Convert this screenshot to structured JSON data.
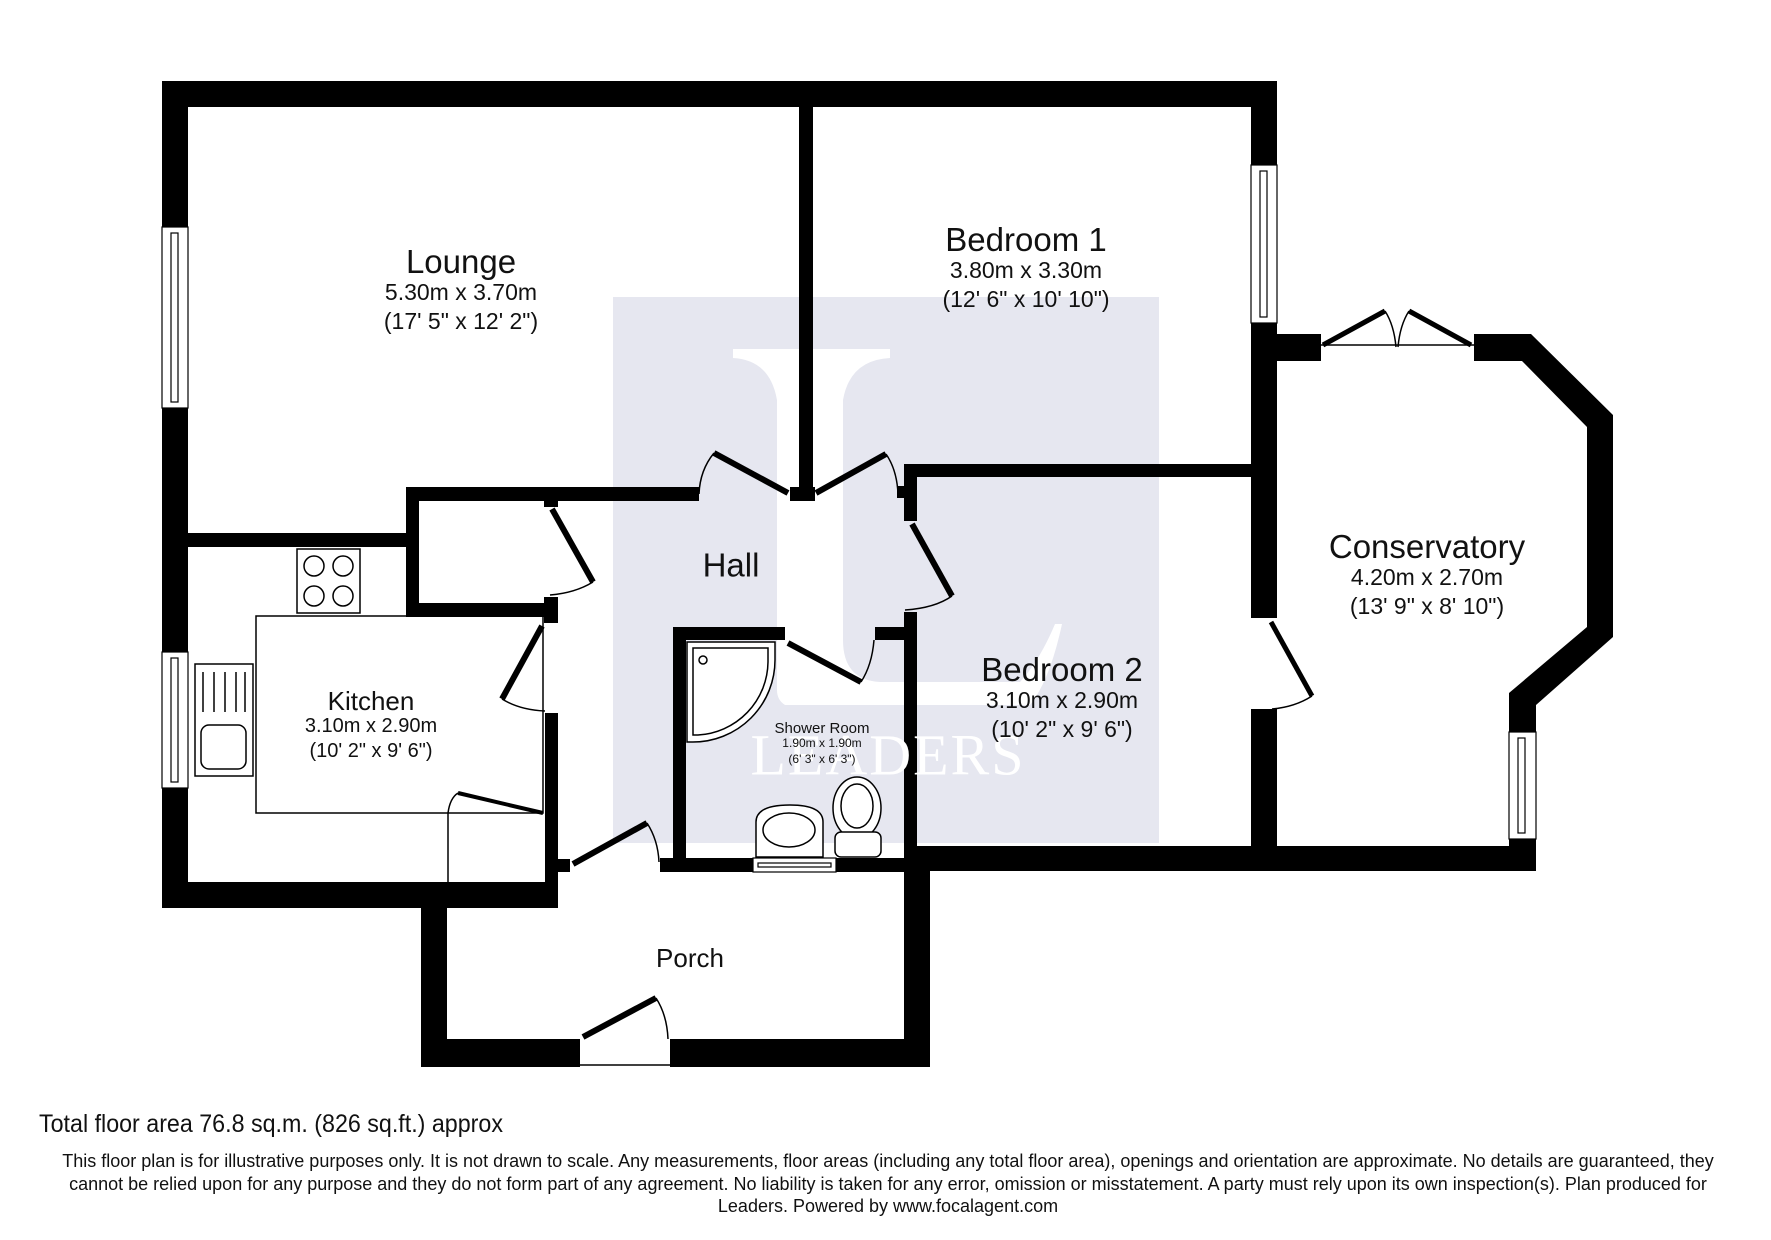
{
  "colors": {
    "wall": "#000000",
    "background": "#ffffff",
    "watermark_bg": "#e6e7f0",
    "watermark_fg": "#ffffff"
  },
  "watermark": {
    "logo_letter": "L",
    "brand": "LEADERS"
  },
  "rooms": {
    "lounge": {
      "name": "Lounge",
      "metric": "5.30m x 3.70m",
      "imperial": "(17' 5\" x 12' 2\")"
    },
    "bedroom1": {
      "name": "Bedroom 1",
      "metric": "3.80m x 3.30m",
      "imperial": "(12' 6\" x 10' 10\")"
    },
    "conservatory": {
      "name": "Conservatory",
      "metric": "4.20m x 2.70m",
      "imperial": "(13' 9\" x 8' 10\")"
    },
    "hall": {
      "name": "Hall"
    },
    "kitchen": {
      "name": "Kitchen",
      "metric": "3.10m x 2.90m",
      "imperial": "(10' 2\" x 9' 6\")"
    },
    "bedroom2": {
      "name": "Bedroom 2",
      "metric": "3.10m x 2.90m",
      "imperial": "(10' 2\" x 9' 6\")"
    },
    "shower_room": {
      "name": "Shower Room",
      "metric": "1.90m x 1.90m",
      "imperial": "(6' 3\" x 6' 3\")"
    },
    "porch": {
      "name": "Porch"
    }
  },
  "footer": {
    "total_area": "Total floor area 76.8 sq.m. (826 sq.ft.) approx",
    "disclaimer": "This floor plan is for illustrative purposes only. It is not drawn to scale. Any measurements, floor areas (including any total floor area), openings and orientation are approximate. No details are guaranteed, they cannot be relied upon for any purpose and they do not form part of any agreement. No liability is taken for any error, omission or misstatement. A party must rely upon its own inspection(s). Plan produced for Leaders. Powered by www.focalagent.com"
  }
}
